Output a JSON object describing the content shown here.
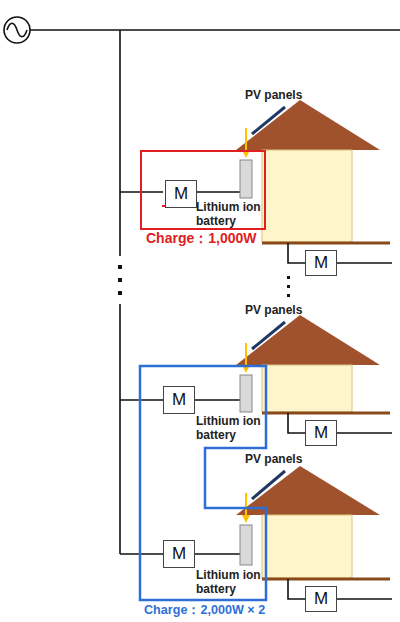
{
  "diagram": {
    "nodes": [
      {
        "text": [
          "Charge：1,000W"
        ]
      },
      {
        "text": [
          "M"
        ],
        "in": 0
      },
      {
        "text": [
          "M"
        ]
      },
      {
        "text": [
          "Charge：2,000W × 2"
        ]
      },
      {
        "text": [
          "M"
        ],
        "in": 3
      },
      {
        "text": [
          "M"
        ]
      },
      {
        "text": [
          "M"
        ],
        "in": 3
      },
      {
        "text": [
          "M"
        ]
      }
    ],
    "labels": [
      "PV panels",
      "Lithium ion battery",
      "PV panels",
      "Lithium ion battery",
      "PV panels",
      "Lithium ion battery"
    ]
  }
}
